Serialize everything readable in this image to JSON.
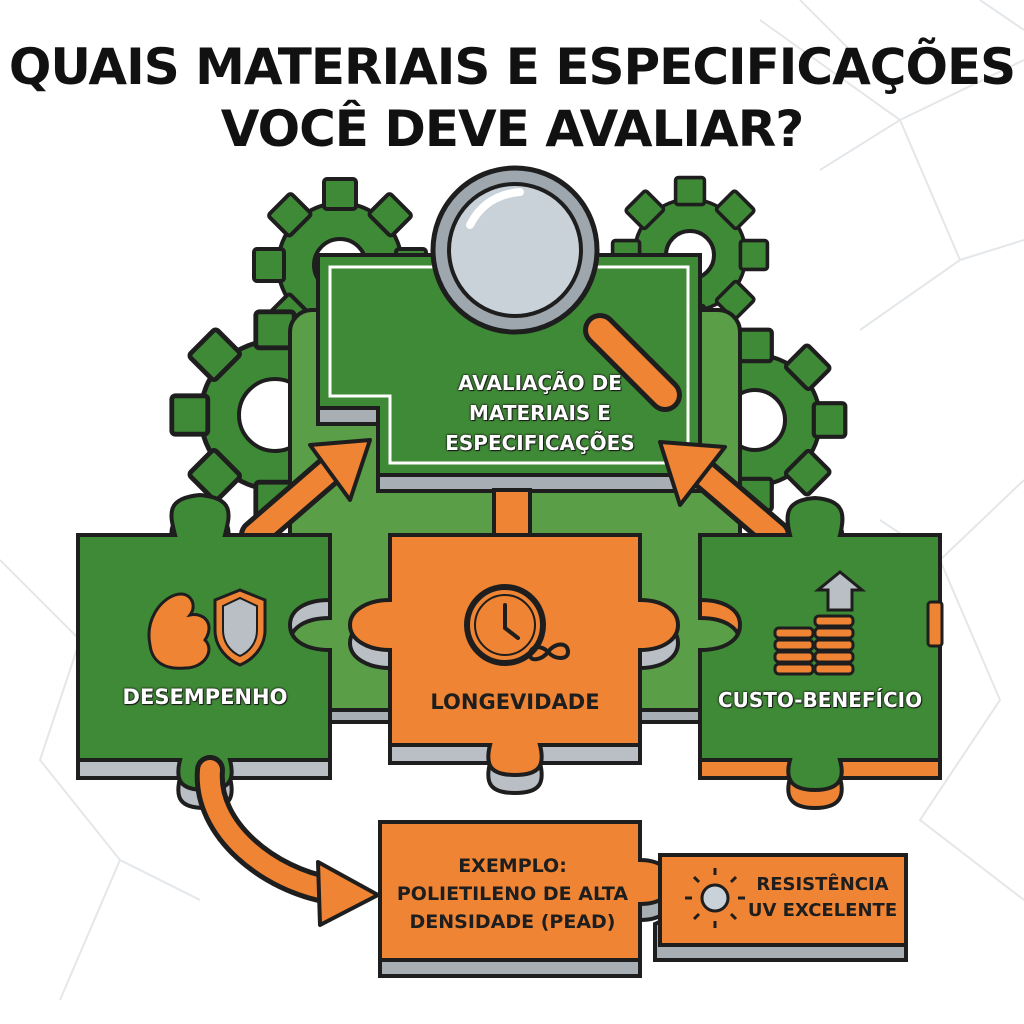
{
  "title": {
    "line1": "QUAIS MATERIAIS E ESPECIFICAÇÕES",
    "line2": "VOCÊ DEVE AVALIAR?"
  },
  "center": {
    "line1": "AVALIAÇÃO DE",
    "line2": "MATERIAIS E",
    "line3": "ESPECIFICAÇÕES"
  },
  "pieces": {
    "desempenho": {
      "label": "DESEMPENHO",
      "icon": "muscle-shield-icon"
    },
    "longevidade": {
      "label": "LONGEVIDADE",
      "icon": "clock-infinity-icon"
    },
    "custo": {
      "label": "CUSTO-BENEFÍCIO",
      "icon": "coins-growth-icon"
    }
  },
  "example": {
    "line1": "EXEMPLO:",
    "line2": "POLIETILENO DE ALTA",
    "line3": "DENSIDADE (PEAD)"
  },
  "uv": {
    "line1": "RESISTÊNCIA",
    "line2": "UV EXCELENTE",
    "icon": "sun-icon"
  },
  "colors": {
    "green": "#3f8a36",
    "green_light": "#5a9e47",
    "orange": "#ee8434",
    "outline": "#1e1e1e",
    "gray": "#b9bfc4"
  }
}
